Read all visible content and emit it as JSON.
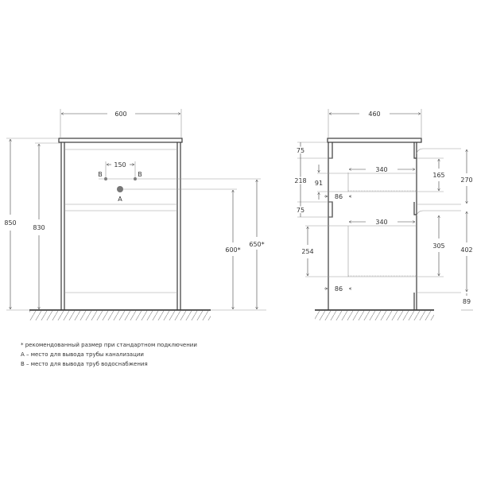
{
  "front_view": {
    "width": "600",
    "height_total": "850",
    "height_body": "830",
    "pipe_spacing": "150",
    "label_b_left": "B",
    "label_b_right": "B",
    "label_a": "A",
    "height_a": "600*",
    "height_b": "650*"
  },
  "side_view": {
    "depth": "460",
    "left_top_gap": "75",
    "left_mid": "218",
    "left_lower_gap": "75",
    "upper_drawer_height": "91",
    "upper_drawer_depth": "340",
    "upper_offset": "86",
    "lower_drawer_depth": "340",
    "lower_drawer_height": "254",
    "lower_offset": "86",
    "right_upper_inner": "165",
    "right_upper": "270",
    "right_lower_inner": "305",
    "right_lower": "402",
    "right_bottom": "89"
  },
  "notes": [
    "* рекомендованный размер при стандартном подключении",
    "A – место для вывода трубы канализации",
    "B – место для вывода труб водоснабжения"
  ]
}
